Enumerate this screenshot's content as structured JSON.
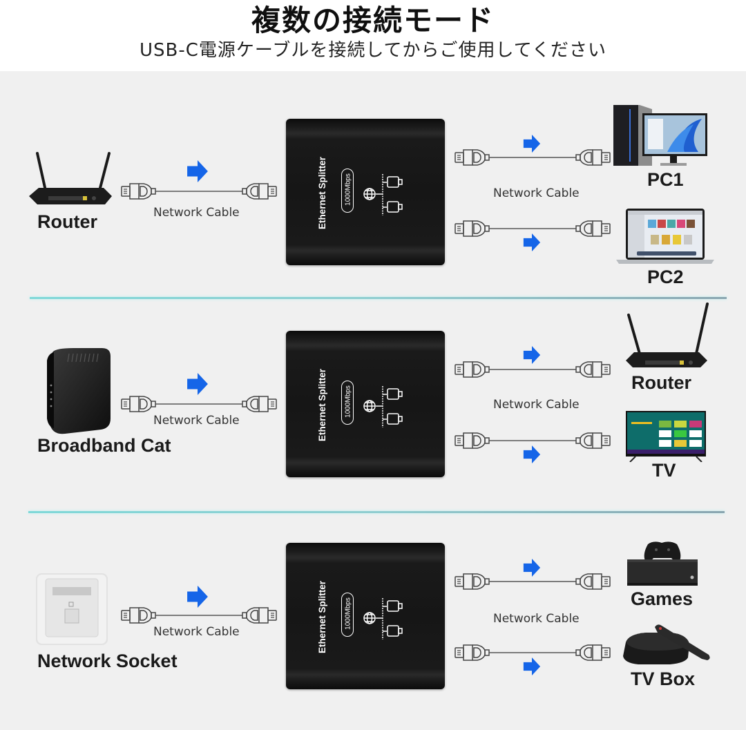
{
  "header": {
    "title": "複数の接続モード",
    "subtitle": "USB-C電源ケーブルを接続してからご使用してください"
  },
  "splitter": {
    "brand": "Ethernet Splitter",
    "speed": "1000Mbps",
    "icons": [
      "globe-icon",
      "network-tree-icon",
      "computer-port-icon"
    ]
  },
  "colors": {
    "arrow": "#1565e8",
    "divider": "#7fd8d8",
    "background": "#f0f0f0",
    "header_bg": "#ffffff"
  },
  "rows": [
    {
      "source": {
        "label": "Router",
        "icon": "router-icon"
      },
      "input_cable_label": "Network Cable",
      "output_cable_label": "Network Cable",
      "outputs": [
        {
          "label": "PC1",
          "icon": "desktop-pc-icon"
        },
        {
          "label": "PC2",
          "icon": "laptop-icon"
        }
      ]
    },
    {
      "source": {
        "label": "Broadband Cat",
        "icon": "modem-icon"
      },
      "input_cable_label": "Network Cable",
      "output_cable_label": "Network Cable",
      "outputs": [
        {
          "label": "Router",
          "icon": "router-icon"
        },
        {
          "label": "TV",
          "icon": "tv-icon"
        }
      ]
    },
    {
      "source": {
        "label": "Network Socket",
        "icon": "wall-socket-icon"
      },
      "input_cable_label": "Network Cable",
      "output_cable_label": "Network Cable",
      "outputs": [
        {
          "label": "Games",
          "icon": "game-console-icon"
        },
        {
          "label": "TV Box",
          "icon": "tv-box-icon"
        }
      ]
    }
  ]
}
